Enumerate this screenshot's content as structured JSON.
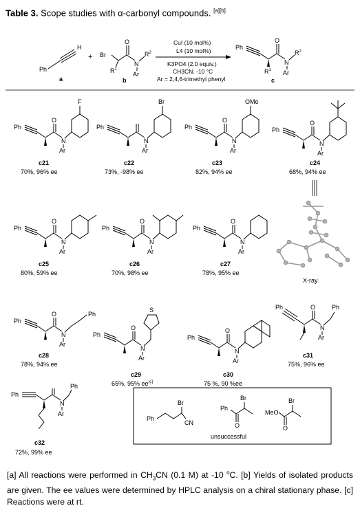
{
  "title": {
    "label": "Table 3.",
    "text": " Scope studies with α-carbonyl compounds. ",
    "refs": "[a][b]"
  },
  "scheme": {
    "reactant_a_label": "a",
    "reactant_b_label": "b",
    "product_label": "c",
    "plus": "+",
    "ph": "Ph",
    "h": "H",
    "br": "Br",
    "r1": "R",
    "r2": "R",
    "sup1": "1",
    "sup2": "2",
    "n": "N",
    "ar": "Ar",
    "o": "O",
    "condition_1": "CuI (10 mol%)",
    "condition_2": "L4 (10 mol%)",
    "condition_3": "K3PO4 (2.0 equiv.)",
    "condition_4": "CH3CN, -10 °C",
    "condition_5": "Ar = 2,4,6-trimethyl phenyl"
  },
  "compounds": [
    {
      "id": "c21",
      "result": "70%, 96% ee",
      "substituent": "F"
    },
    {
      "id": "c22",
      "result": "73%, -98% ee",
      "substituent": "Br"
    },
    {
      "id": "c23",
      "result": "82%, 94% ee",
      "substituent": "OMe"
    },
    {
      "id": "c24",
      "result": "68%, 94% ee",
      "substituent": ""
    },
    {
      "id": "c25",
      "result": "80%, 59% ee",
      "substituent": ""
    },
    {
      "id": "c26",
      "result": "70%, 98% ee",
      "substituent": ""
    },
    {
      "id": "c27",
      "result": "78%, 95% ee",
      "substituent": ""
    },
    {
      "id": "c28",
      "result": "78%, 94% ee",
      "substituent": "Ph"
    },
    {
      "id": "c29",
      "result": "65%, 95% ee",
      "ref": "[c]",
      "substituent": "S"
    },
    {
      "id": "c30",
      "result": "75 %, 90 %ee",
      "substituent": ""
    },
    {
      "id": "c31",
      "result": "75%, 96% ee",
      "substituent": "Ph"
    },
    {
      "id": "c32",
      "result": "72%, 99% ee",
      "substituent": "Ph"
    }
  ],
  "xray_label": "X-ray",
  "unsuccessful": {
    "label": "unsuccessful",
    "cn": "CN",
    "meo": "MeO"
  },
  "footnote": {
    "a": "[a] All reactions were performed in CH",
    "a_sub": "3",
    "a2": "CN (0.1 M) at -10 ",
    "a_deg": "o",
    "a3": "C. [b] Yields of isolated products are given. The ee values were determined by HPLC analysis on a chiral stationary phase. [c] Reactions were at rt."
  }
}
